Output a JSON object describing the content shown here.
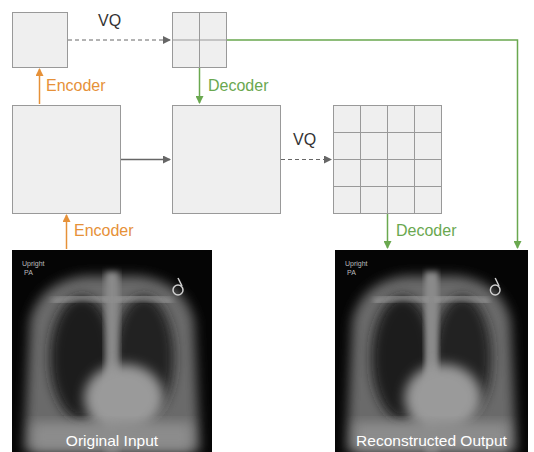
{
  "diagram": {
    "nodes": [
      {
        "text": [
          "Original Input"
        ]
      },
      {
        "text": [
          "Reconstructed Output"
        ]
      }
    ],
    "labels": [
      "VQ",
      "Encoder",
      "Decoder",
      "Encoder",
      "VQ",
      "Decoder",
      "Upright",
      "PA",
      "Upright",
      "PA"
    ]
  }
}
